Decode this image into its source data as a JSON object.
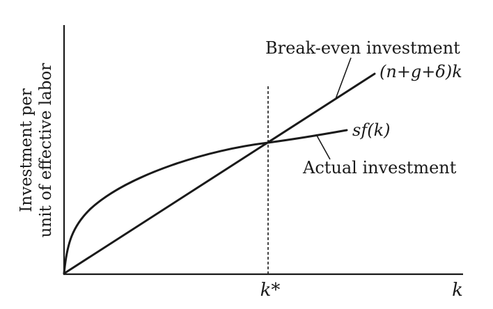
{
  "figure": {
    "y_axis_label_line1": "Investment per",
    "y_axis_label_line2": "unit of effective labor",
    "x_axis_label": "k",
    "steady_state_label": "k*",
    "break_even": {
      "callout": "Break-even investment",
      "formula": "(n+g+δ)k"
    },
    "actual": {
      "callout": "Actual investment",
      "formula": "sf(k)"
    }
  }
}
